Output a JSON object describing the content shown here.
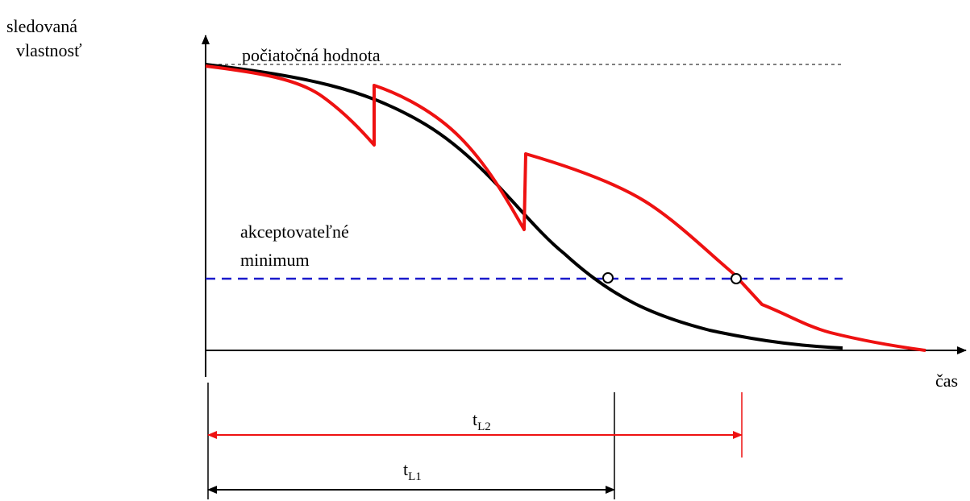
{
  "labels": {
    "y_axis_line1": "sledovaná",
    "y_axis_line2": "vlastnosť",
    "x_axis": "čas",
    "initial_value": "počiatočná hodnota",
    "acceptable_min_line1": "akceptovateľné",
    "acceptable_min_line2": "minimum",
    "t_l2_base": "t",
    "t_l2_sub": "L2",
    "t_l1_base": "t",
    "t_l1_sub": "L1"
  },
  "colors": {
    "axis": "#000000",
    "black_curve": "#000000",
    "red_curve": "#ee1111",
    "minimum_line": "#1a1acc",
    "initial_line": "#000000",
    "marker_fill": "#ffffff"
  }
}
